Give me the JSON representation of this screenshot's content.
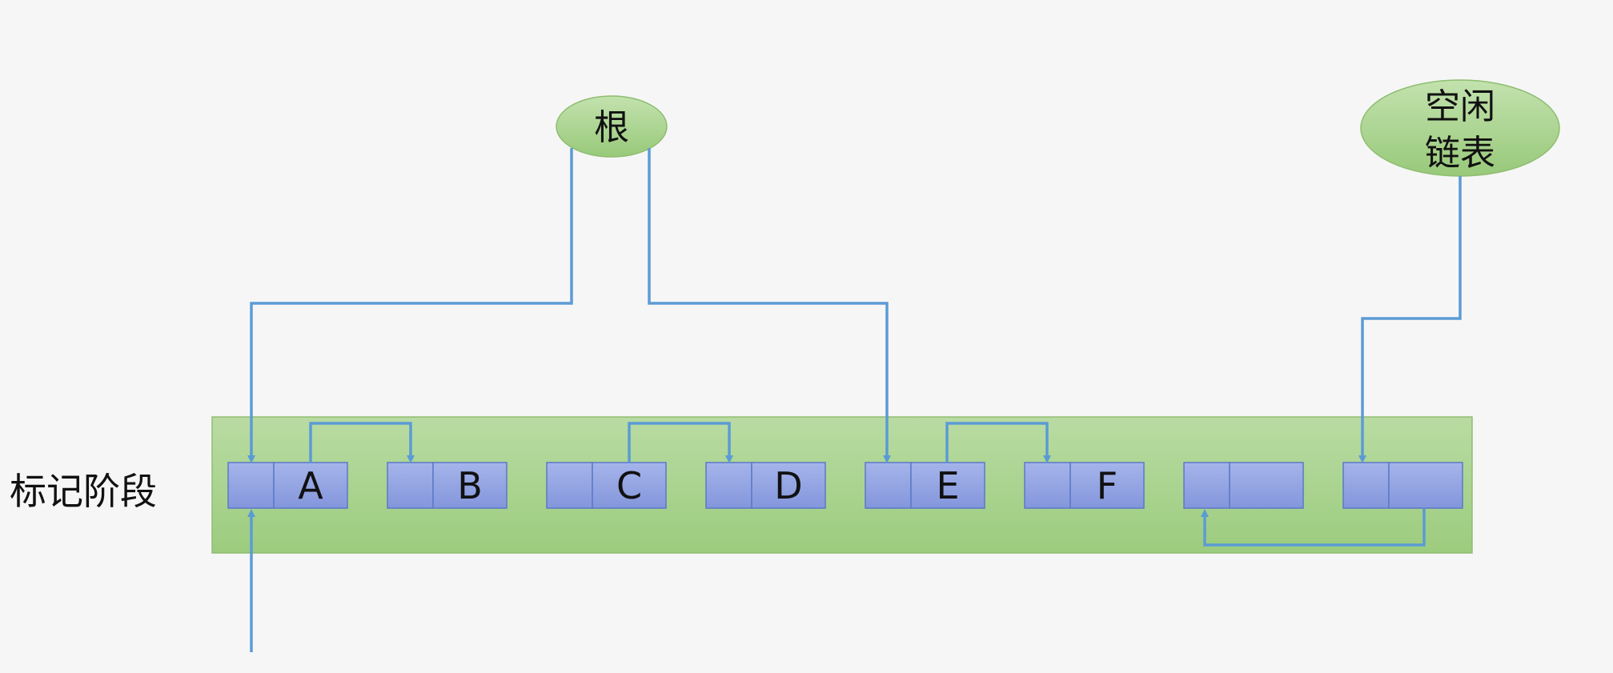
{
  "phase_label": "标记阶段",
  "root_node": {
    "label": "根"
  },
  "free_list_node": {
    "lines": [
      "空闲",
      "链表"
    ]
  },
  "cells": [
    {
      "letter": "A"
    },
    {
      "letter": "B"
    },
    {
      "letter": "C"
    },
    {
      "letter": "D"
    },
    {
      "letter": "E"
    },
    {
      "letter": "F"
    },
    {
      "letter": ""
    },
    {
      "letter": ""
    }
  ],
  "colors": {
    "heap_fill": "#a9d18e",
    "cell_fill": "#8fa2e0",
    "cell_stroke": "#5b79c7",
    "node_fill": "#a9d18e",
    "arrow": "#5b9bd5"
  }
}
